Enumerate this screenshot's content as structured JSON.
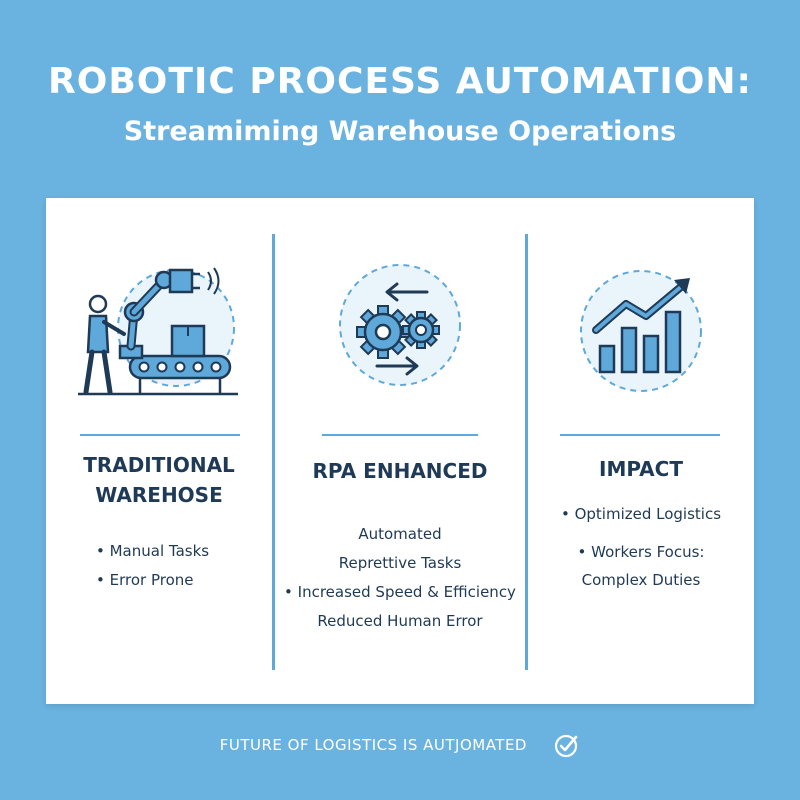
{
  "header": {
    "title": "ROBOTIC PROCESS AUTOMATION:",
    "subtitle": "Streamiming Warehouse Operations"
  },
  "columns": [
    {
      "icon": "robot-arm-conveyor-icon",
      "title_lines": [
        "TRADITIONAL",
        "WAREHOSE"
      ],
      "bullets": [
        "• Manual Tasks",
        "• Error Prone"
      ]
    },
    {
      "icon": "gears-arrows-icon",
      "title_lines": [
        "RPA ENHANCED"
      ],
      "bullets": [
        "Automated",
        "Reprettive Tasks",
        "• Increased Speed & Efficiency",
        "Reduced Human Error"
      ]
    },
    {
      "icon": "rising-bar-chart-icon",
      "title_lines": [
        "IMPACT"
      ],
      "bullets": [
        "• Optimized Logistics",
        "• Workers Focus:",
        "Complex Duties"
      ]
    }
  ],
  "footer": {
    "text": "FUTURE OF LOGISTICS IS AUTJOMATED",
    "icon": "check-circle-icon"
  },
  "colors": {
    "background": "#6ab3e0",
    "accent": "#5ea8da",
    "text": "#1f3a56",
    "icon_fill": "#5ea8da",
    "circle_fill": "#eaf4fb"
  }
}
